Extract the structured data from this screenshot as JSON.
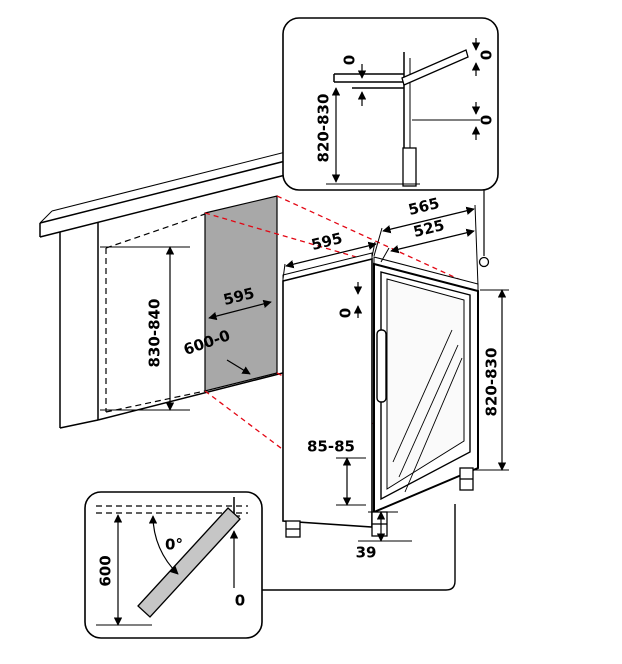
{
  "labels": {
    "top_callout": {
      "gap_top": "0",
      "height": "820-830",
      "gap_front": "0",
      "gap_rear": "0"
    },
    "main": {
      "depth_total": "565",
      "depth_body": "525",
      "width": "595",
      "niche_width": "595",
      "niche_height": "830-840",
      "niche_depth": "600-0",
      "top_gap": "0",
      "height": "820-830",
      "plinth": "85-85",
      "foot": "39"
    },
    "door_callout": {
      "angle": "0°",
      "depth": "600",
      "gap": "0"
    }
  },
  "colors": {
    "line": "#000000",
    "projection_red": "#e30613",
    "niche_gray": "#a8a8a8",
    "door_gray": "#c6c6c6",
    "background": "#ffffff"
  }
}
